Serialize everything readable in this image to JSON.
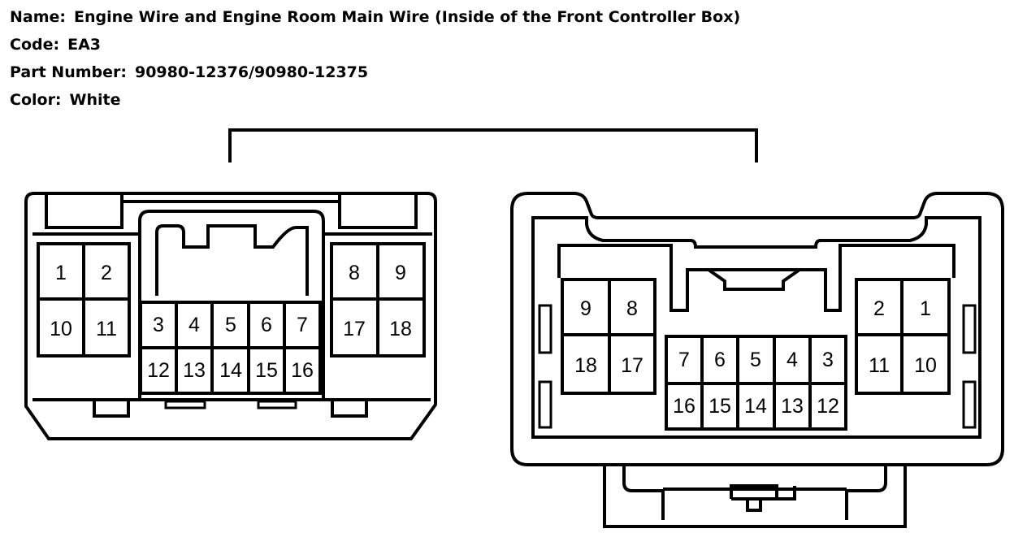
{
  "header": {
    "name_label": "Name:",
    "name_value": "Engine Wire and Engine Room Main Wire (Inside of the Front Controller Box)",
    "code_label": "Code:",
    "code_value": "EA3",
    "part_label": "Part Number:",
    "part_value": "90980-12376/90980-12375",
    "color_label": "Color:",
    "color_value": "White"
  },
  "left_connector": {
    "pins": [
      "1",
      "2",
      "10",
      "11",
      "8",
      "9",
      "17",
      "18",
      "3",
      "4",
      "5",
      "6",
      "7",
      "12",
      "13",
      "14",
      "15",
      "16"
    ]
  },
  "right_connector": {
    "pins": [
      "9",
      "8",
      "18",
      "17",
      "2",
      "1",
      "11",
      "10",
      "7",
      "6",
      "5",
      "4",
      "3",
      "16",
      "15",
      "14",
      "13",
      "12"
    ]
  },
  "colors": {
    "line": "#000000",
    "background": "#ffffff"
  }
}
